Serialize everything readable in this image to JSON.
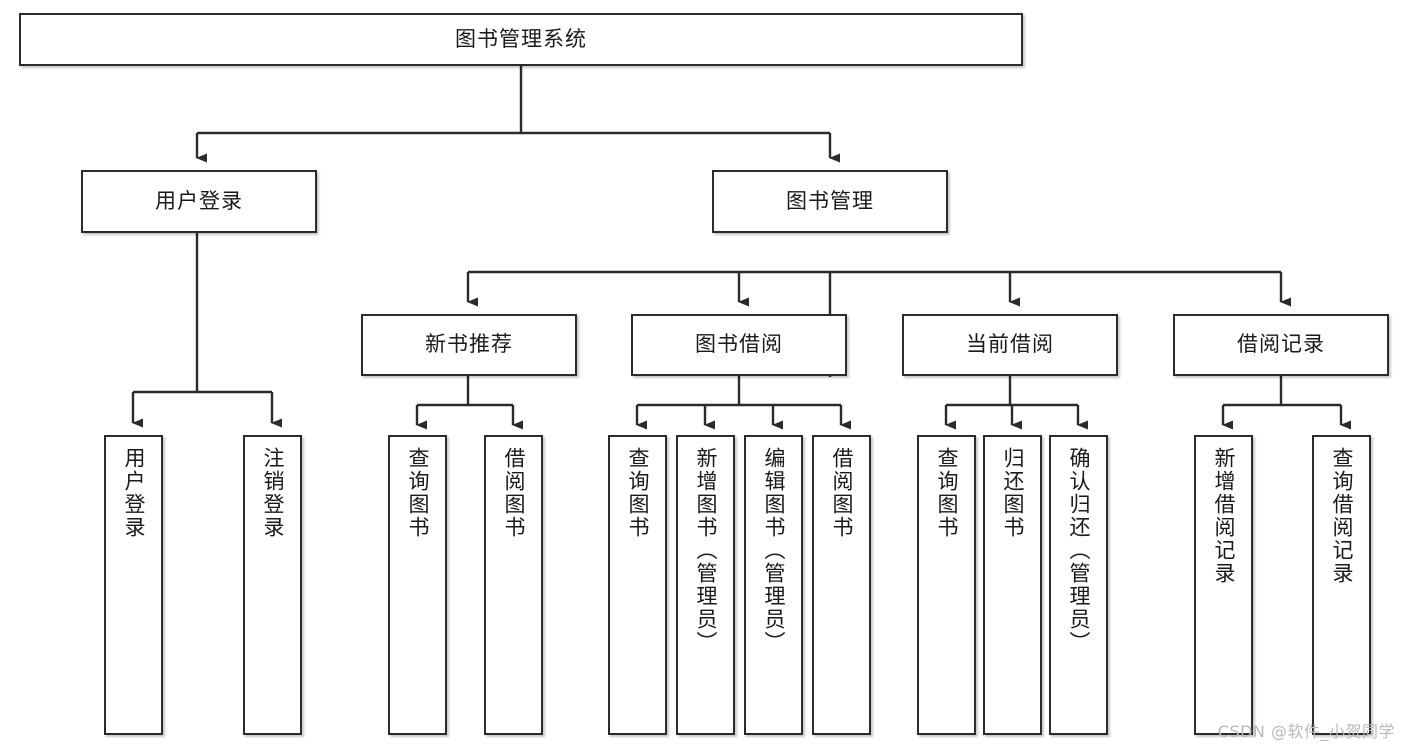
{
  "diagram": {
    "type": "tree",
    "title": "图书管理系统",
    "watermark": "CSDN @软件_小贺同学",
    "colors": {
      "box_stroke": "#2b2b2b",
      "box_fill": "#ffffff",
      "edge": "#2b2b2b",
      "text": "#1a1a1a",
      "watermark": "#b9b9b9"
    },
    "nodes": {
      "root": {
        "label": "图书管理系统"
      },
      "level2": [
        {
          "label": "用户登录"
        },
        {
          "label": "图书管理"
        }
      ],
      "level3": [
        {
          "label": "新书推荐"
        },
        {
          "label": "图书借阅"
        },
        {
          "label": "当前借阅"
        },
        {
          "label": "借阅记录"
        }
      ],
      "leaves": {
        "user_login": [
          {
            "label": "用户登录"
          },
          {
            "label": "注销登录"
          }
        ],
        "new_book_rec": [
          {
            "label": "查询图书"
          },
          {
            "label": "借阅图书"
          }
        ],
        "book_borrow": [
          {
            "label": "查询图书"
          },
          {
            "label": "新增图书（管理员）"
          },
          {
            "label": "编辑图书（管理员）"
          },
          {
            "label": "借阅图书"
          }
        ],
        "current_borrow": [
          {
            "label": "查询图书"
          },
          {
            "label": "归还图书"
          },
          {
            "label": "确认归还（管理员）"
          }
        ],
        "borrow_record": [
          {
            "label": "新增借阅记录"
          },
          {
            "label": "查询借阅记录"
          }
        ]
      }
    }
  }
}
